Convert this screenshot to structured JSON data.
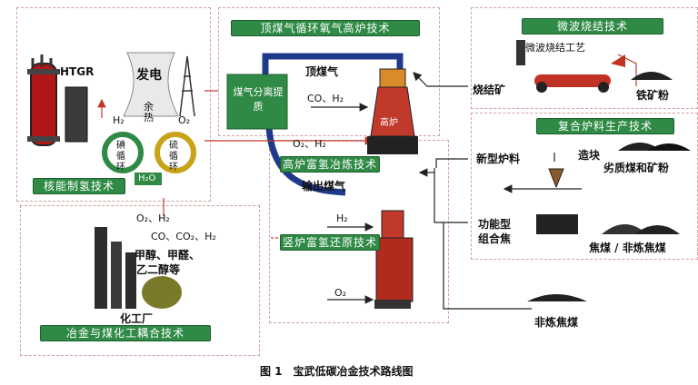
{
  "section_titles": {
    "nuclear": "核能制氢技术",
    "top_gas": "顶煤气循环氧气高炉技术",
    "microwave": "微波烧结技术",
    "composite": "复合炉料生产技术",
    "hydrogen_bf": "高炉富氢冶炼技术",
    "hydrogen_shaft": "竖炉富氢还原技术",
    "coupling": "冶金与煤化工耦合技术"
  },
  "nuclear": {
    "htgr": "HTGR",
    "power": "发电",
    "waste_heat": "余热",
    "h2": "H₂",
    "o2": "O₂",
    "iodine_left": "碘循环",
    "sulfur_right": "硫循环",
    "water": "H₂O"
  },
  "gas": {
    "separation": "煤气分离提质",
    "top_gas": "顶煤气",
    "co_h2": "CO、H₂",
    "furnace": "高炉",
    "o2_h2": "O₂、H₂",
    "output_gas": "输出煤气",
    "h2_shaft": "H₂",
    "o2_shaft": "O₂"
  },
  "coupling": {
    "o2_h2": "O₂、H₂",
    "gases": "CO、CO₂、H₂",
    "products_line1": "甲醇、甲醛、",
    "products_line2": "乙二醇等",
    "plant": "化工厂"
  },
  "right": {
    "sinter": "烧结矿",
    "microwave_process": "微波烧结工艺",
    "iron_powder": "铁矿粉",
    "new_burden": "新型炉料",
    "briquetting": "造块",
    "low_coal": "劣质煤和矿粉",
    "functional_coke_line1": "功能型",
    "functional_coke_line2": "组合焦",
    "coke_types": "焦煤 / 非炼焦煤",
    "non_coking": "非炼焦煤"
  },
  "caption": "图 1　宝武低碳冶金技术路线图",
  "colors": {
    "green": "#2f8a45",
    "navy": "#1f3a8a",
    "red": "#c0392b",
    "dashed": "#d3a0a0"
  }
}
